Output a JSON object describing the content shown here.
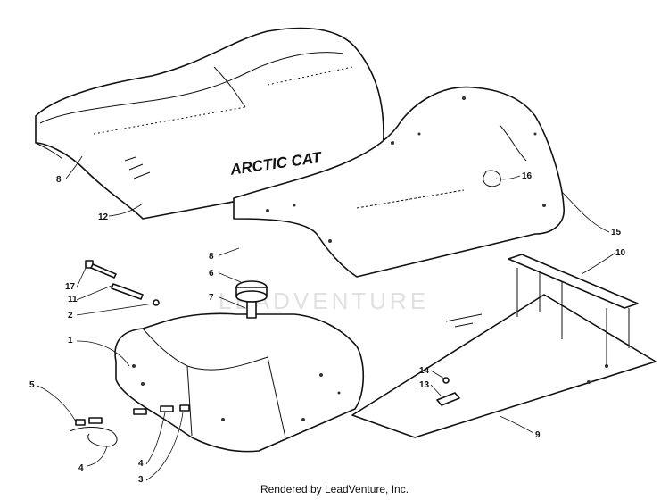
{
  "diagram": {
    "brand_text": "ARCTIC CAT",
    "watermark_text": "LEADVENTURE",
    "callouts": [
      {
        "id": "c1",
        "label": "1"
      },
      {
        "id": "c2",
        "label": "2"
      },
      {
        "id": "c3",
        "label": "3"
      },
      {
        "id": "c4a",
        "label": "4"
      },
      {
        "id": "c4b",
        "label": "4"
      },
      {
        "id": "c5",
        "label": "5"
      },
      {
        "id": "c6",
        "label": "6"
      },
      {
        "id": "c7",
        "label": "7"
      },
      {
        "id": "c8a",
        "label": "8"
      },
      {
        "id": "c8b",
        "label": "8"
      },
      {
        "id": "c9",
        "label": "9"
      },
      {
        "id": "c10",
        "label": "10"
      },
      {
        "id": "c11",
        "label": "11"
      },
      {
        "id": "c12",
        "label": "12"
      },
      {
        "id": "c13",
        "label": "13"
      },
      {
        "id": "c14",
        "label": "14"
      },
      {
        "id": "c15",
        "label": "15"
      },
      {
        "id": "c16",
        "label": "16"
      },
      {
        "id": "c17",
        "label": "17"
      }
    ]
  },
  "footer": {
    "text": "Rendered by LeadVenture, Inc."
  }
}
